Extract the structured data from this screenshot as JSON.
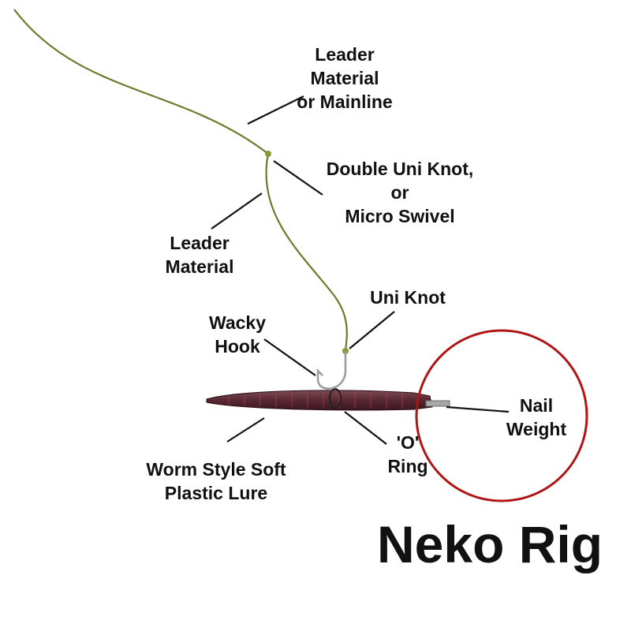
{
  "title": "Neko Rig",
  "colors": {
    "line": "#6b7a2c",
    "knot": "#8a9a30",
    "worm": "#5a2a35",
    "highlight_circle": "#b01515",
    "hook": "#9a9a9a",
    "nail": "#a8a8a8",
    "text": "#111111"
  },
  "labels": {
    "leader_mainline": [
      "Leader",
      "Material",
      "or Mainline"
    ],
    "double_uni": [
      "Double Uni Knot,",
      "or",
      "Micro Swivel"
    ],
    "leader_material": [
      "Leader",
      "Material"
    ],
    "uni_knot": [
      "Uni Knot"
    ],
    "wacky_hook": [
      "Wacky",
      "Hook"
    ],
    "nail_weight": [
      "Nail",
      "Weight"
    ],
    "o_ring": [
      "'O'",
      "Ring"
    ],
    "worm": [
      "Worm Style Soft",
      "Plastic Lure"
    ]
  }
}
